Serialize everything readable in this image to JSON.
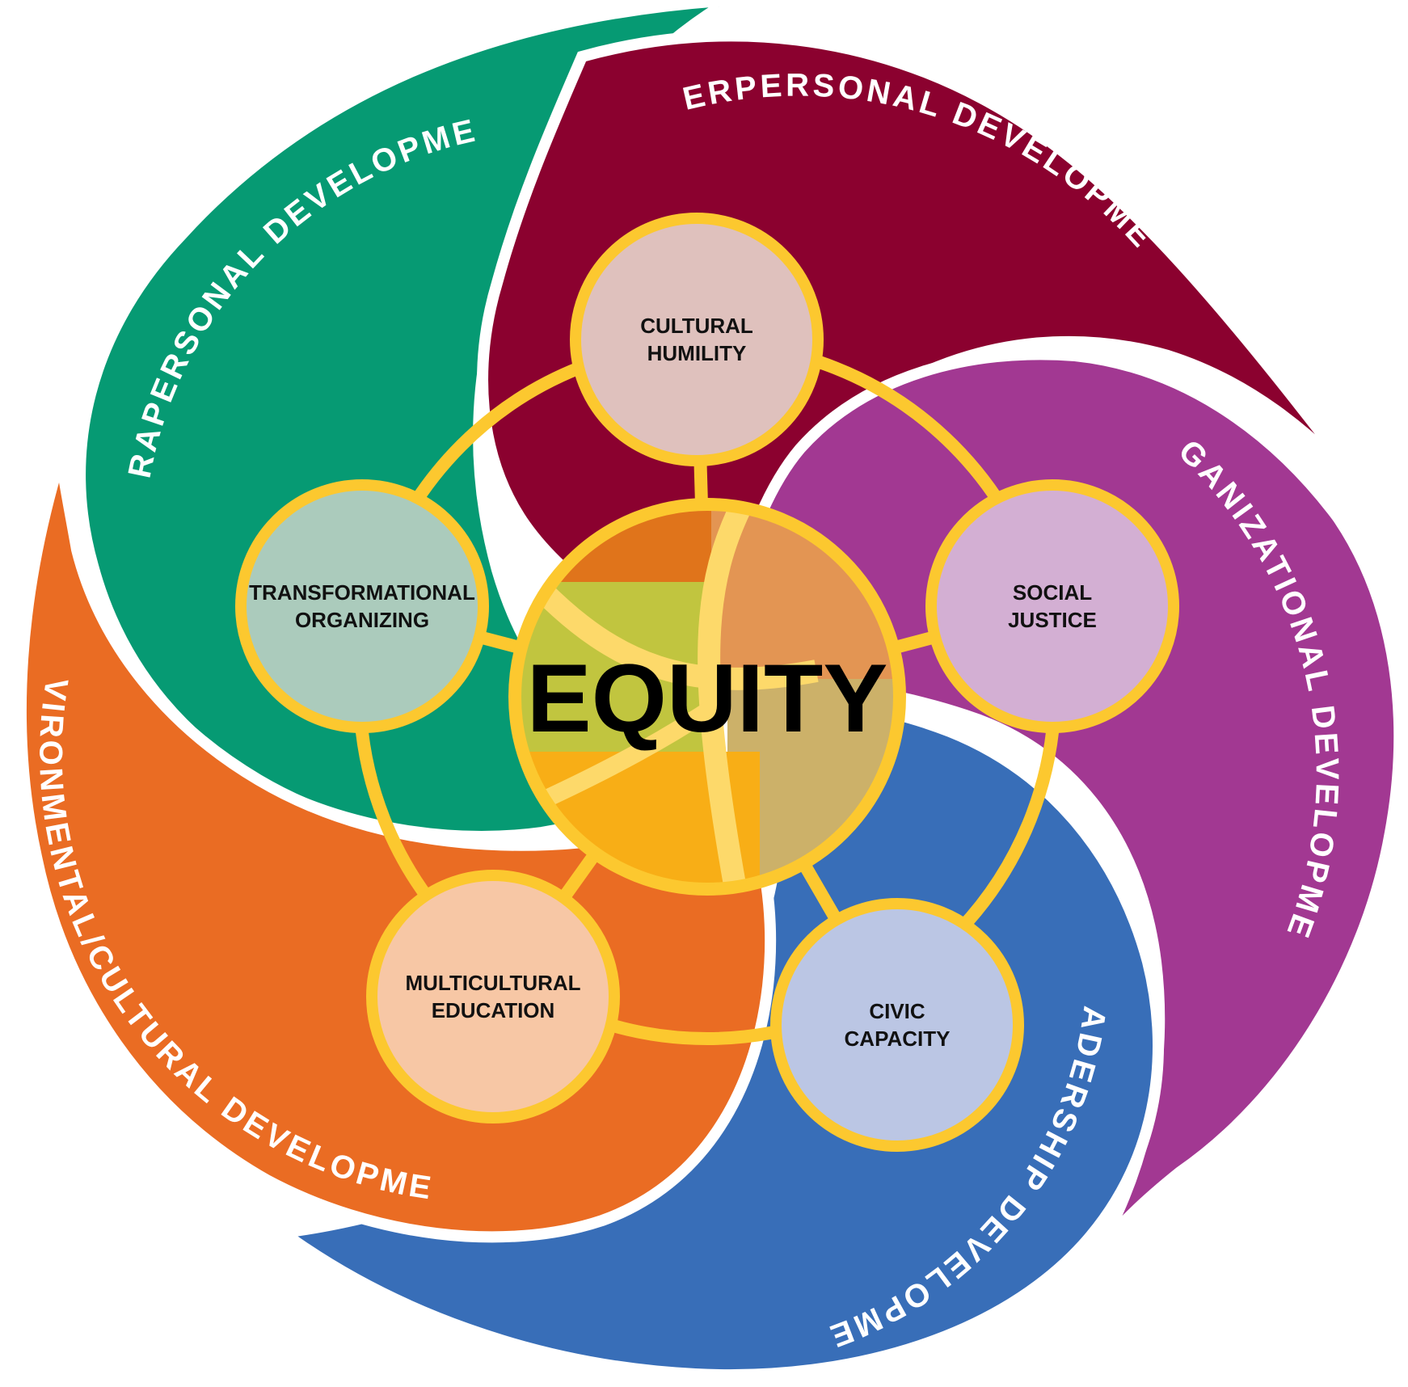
{
  "center": {
    "label": "EQUITY"
  },
  "bands": [
    {
      "id": "intrapersonal",
      "label": "INTRAPERSONAL DEVELOPMENT",
      "color": "#069a73"
    },
    {
      "id": "interpersonal",
      "label": "INTERPERSONAL DEVELOPMENT",
      "color": "#8b012f"
    },
    {
      "id": "organizational",
      "label": "ORGANIZATIONAL DEVELOPMENT",
      "color": "#a23892"
    },
    {
      "id": "leadership",
      "label": "LEADERSHIP DEVELOPMENT",
      "color": "#386eb8"
    },
    {
      "id": "environmental",
      "label": "ENVIRONMENTAL/CULTURAL DEVELOPMENT",
      "color": "#ea6c23"
    }
  ],
  "nodes": [
    {
      "id": "cultural-humility",
      "lines": [
        "CULTURAL",
        "HUMILITY"
      ],
      "fill": "#dfc1bd"
    },
    {
      "id": "social-justice",
      "lines": [
        "SOCIAL",
        "JUSTICE"
      ],
      "fill": "#d3afd3"
    },
    {
      "id": "civic-capacity",
      "lines": [
        "CIVIC",
        "CAPACITY"
      ],
      "fill": "#bbc6e4"
    },
    {
      "id": "multicultural-education",
      "lines": [
        "MULTICULTURAL",
        "EDUCATION"
      ],
      "fill": "#f7c7a5"
    },
    {
      "id": "transformational-organizing",
      "lines": [
        "TRANSFORMATIONAL",
        "ORGANIZING"
      ],
      "fill": "#abcbbc"
    }
  ],
  "colors": {
    "ring": "#fcc82f",
    "center_intrapersonal": "#c1c53f",
    "center_interpersonal": "#e0741b",
    "center_organizational": "#e39553",
    "center_leadership": "#ccb169",
    "center_environmental": "#f8ae16"
  }
}
